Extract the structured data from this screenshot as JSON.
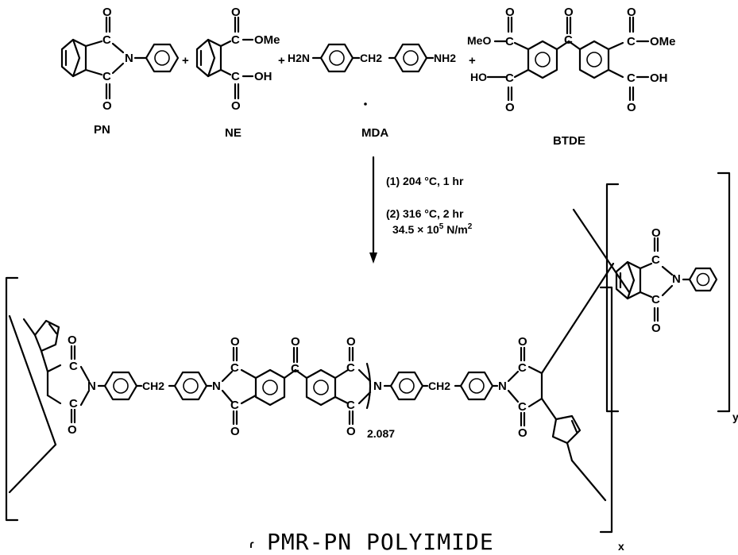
{
  "reactants": {
    "pn": "PN",
    "ne": "NE",
    "mda": "MDA",
    "btde": "BTDE"
  },
  "conditions": {
    "step1": "(1) 204 °C, 1 hr",
    "step2": "(2) 316 °C, 2 hr",
    "pressure_main": "34.5 × 10",
    "pressure_exp": "5",
    "pressure_unit": " N/m",
    "pressure_unit_exp": "2"
  },
  "atoms": {
    "O": "O",
    "C": "C",
    "N": "N",
    "OMe": "OMe",
    "OH": "OH",
    "H2N": "H2N",
    "CH2": "CH2",
    "NH2": "NH2",
    "MeO": "MeO",
    "HO": "HO",
    "plus": "+",
    "dash": "—"
  },
  "subscripts": {
    "repeat_n": "2.087",
    "x": "x",
    "y": "y"
  },
  "product_name": "PMR-PN POLYIMIDE",
  "stray_mark": "ɾ"
}
